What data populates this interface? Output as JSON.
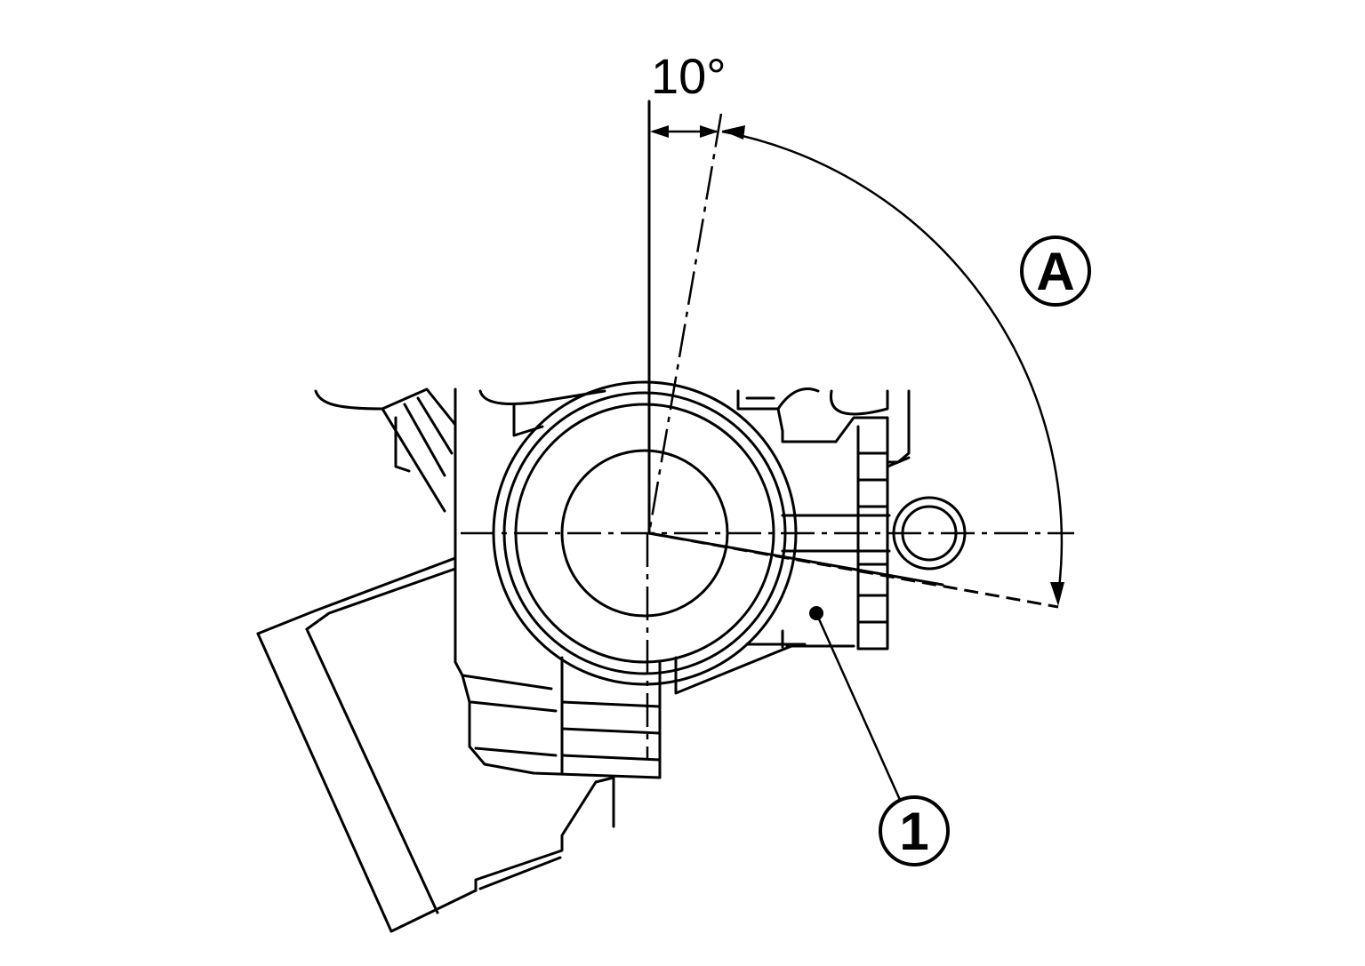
{
  "angle_label": "10°",
  "callouts": {
    "a": "A",
    "one": "1"
  }
}
